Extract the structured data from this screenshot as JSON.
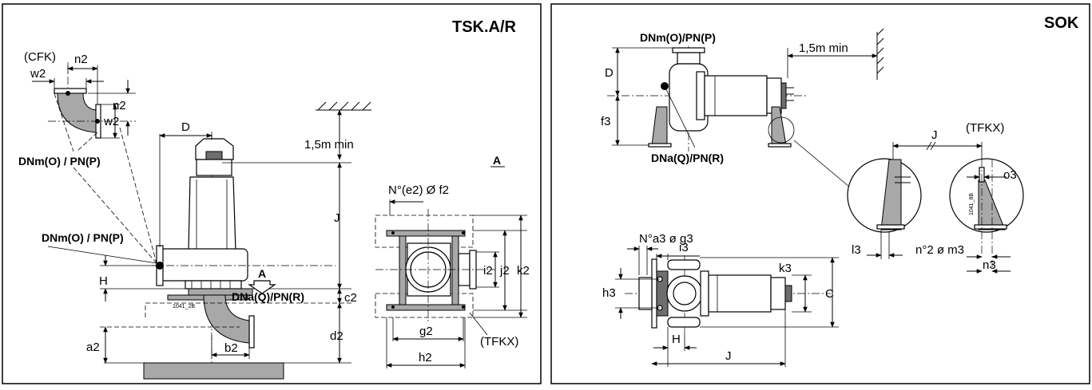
{
  "left_panel": {
    "title": "TSK.A/R",
    "labels": {
      "cfk": "(CFK)",
      "n2_top": "n2",
      "w2_top": "w2",
      "n2_side": "n2",
      "w2_side": "w2",
      "dnm_top": "DNm(O) / PN(P)",
      "dnm_mid": "DNm(O) / PN(P)",
      "d": "D",
      "min_clearance": "1,5m min",
      "j": "J",
      "h": "H",
      "a_arrow": "A",
      "dna": "DNa(Q)/PN(R)",
      "c2": "c2",
      "a2": "a2",
      "b2": "b2",
      "d2": "d2",
      "ref_code": "1041_2B",
      "view_a": "A",
      "bolt_holes": "N°(e2) Ø f2",
      "i2": "i2",
      "j2": "j2",
      "k2": "k2",
      "g2": "g2",
      "h2": "h2",
      "tfkx": "(TFKX)"
    }
  },
  "right_panel": {
    "title": "SOK",
    "labels": {
      "dnm": "DNm(O)/PN(P)",
      "min_clearance": "1,5m min",
      "d": "D",
      "f3": "f3",
      "dna": "DNa(Q)/PN(R)",
      "j_top": "J",
      "tfkx": "(TFKX)",
      "o3": "o3",
      "ref_code": "1041_8B",
      "l3": "l3",
      "n2_m3": "n°2 ø m3",
      "n3": "n3",
      "a3_g3": "N°a3 ø g3",
      "i3": "i3",
      "k3": "k3",
      "h3": "h3",
      "c": "C",
      "h": "H",
      "j_bottom": "J"
    }
  }
}
